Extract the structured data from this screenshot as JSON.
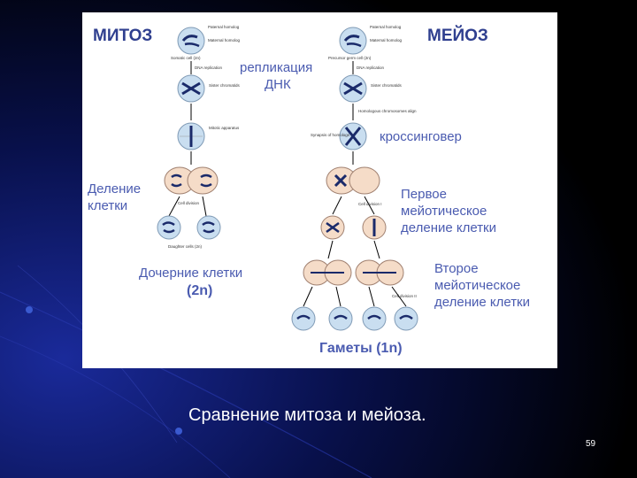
{
  "slide": {
    "caption": "Сравнение митоза и мейоза.",
    "page_number": "59",
    "colors": {
      "background_dark": "#000000",
      "background_blue": "#1a2a9a",
      "label_blue": "#4a5bb0",
      "title_blue": "#2f3f8f"
    }
  },
  "diagram": {
    "mitosis": {
      "title": "МИТОЗ",
      "parent_labels": [
        "Paternal homolog",
        "Maternal homolog"
      ],
      "somatic_cell": "Somatic cell (2n)",
      "dna_replication": "DNA replication",
      "sister_chromatids": "Sister chromatids",
      "mitotic_apparatus": "Mitotic apparatus",
      "cell_division": "Cell division",
      "daughter_cells_small": "Daughter cells (2n)",
      "label_division": "Деление\nклетки",
      "label_daughters": "Дочерние клетки",
      "label_ploidy": "(2n)"
    },
    "center": {
      "replication": "репликация",
      "dna": "ДНК",
      "crossover": "кроссинговер"
    },
    "meiosis": {
      "title": "МЕЙОЗ",
      "parent_labels": [
        "Paternal homolog",
        "Maternal homolog"
      ],
      "germ_cell": "Precursor germ cell (2n)",
      "dna_replication": "DNA replication",
      "sister_chromatids": "Sister chromatids",
      "homologous_align": "Homologous chromosomes align",
      "synapsis": "Synapsis of homologs",
      "cell_division_1": "Cell division I",
      "cell_division_2": "Cell division II",
      "first_division": "Первое\nмейотическое\nделение клетки",
      "second_division": "Второе\nмейотическое\nделение клетки",
      "gametes": "Гаметы  (1n)"
    }
  }
}
